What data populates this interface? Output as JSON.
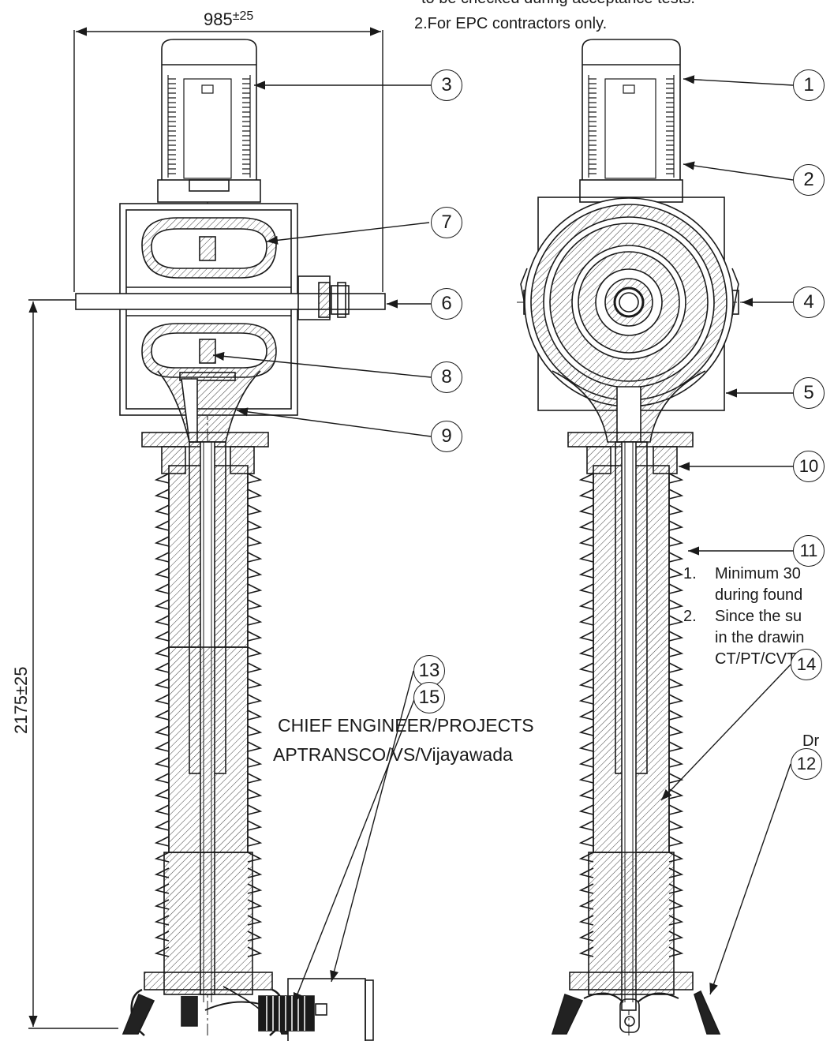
{
  "dimensions": {
    "width_label": "985",
    "width_tol": "±25",
    "height_label": "2175±25"
  },
  "notes_top": {
    "line1": "to be checked during acceptance tests.",
    "line2": "2.For EPC contractors only."
  },
  "notes_right": {
    "n1_num": "1.",
    "n1_line1": "Minimum 30",
    "n1_line2": "during found",
    "n2_num": "2.",
    "n2_line1": "Since the  su",
    "n2_line2": "in the drawin",
    "n2_line3": "CT/PT/CVT/I"
  },
  "stamp": {
    "line1": "CHIEF ENGINEER/PROJECTS",
    "line2": "APTRANSCO/VS/Vijayawada"
  },
  "partial_label": "Dr",
  "callouts": {
    "c1": "1",
    "c2": "2",
    "c3": "3",
    "c4": "4",
    "c5": "5",
    "c6": "6",
    "c7": "7",
    "c8": "8",
    "c9": "9",
    "c10": "10",
    "c11": "11",
    "c12": "12",
    "c13": "13",
    "c14": "14",
    "c15": "15"
  },
  "colors": {
    "line": "#1a1a1a",
    "hatch": "#444444",
    "dark": "#111111",
    "background": "#ffffff"
  }
}
